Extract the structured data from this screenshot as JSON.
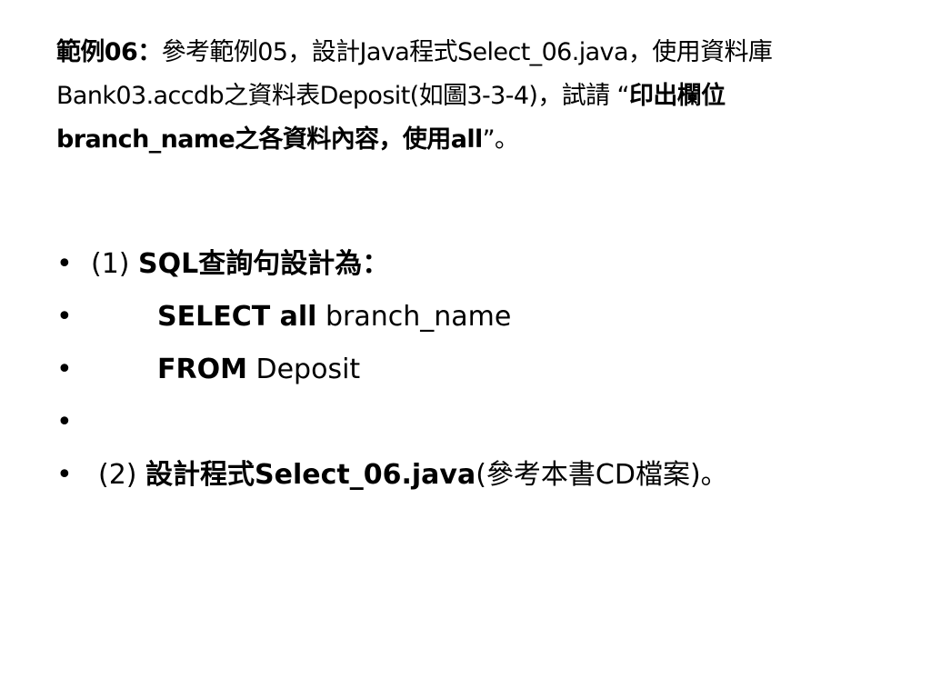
{
  "title": {
    "example_label": "範例06",
    "colon": "：",
    "ref_text": "參考範例05，設計Java程式Select_06.java，使用資料庫Bank03.accdb之資料表Deposit(如圖3-3-4)，試請 “",
    "bold_quote": "印出欄位branch_name之各資料內容，使用all",
    "end_quote": "”。"
  },
  "bullets": {
    "glyph": "•",
    "item1": {
      "prefix": "(1) ",
      "bold": "SQL查詢句設計為："
    },
    "item2": {
      "keyword": "SELECT all",
      "rest": " branch_name"
    },
    "item3": {
      "keyword": "FROM",
      "rest": " Deposit"
    },
    "item5": {
      "prefix": "(2) ",
      "bold": "設計程式Select_06.java",
      "rest": "(參考本書CD檔案)。"
    }
  }
}
